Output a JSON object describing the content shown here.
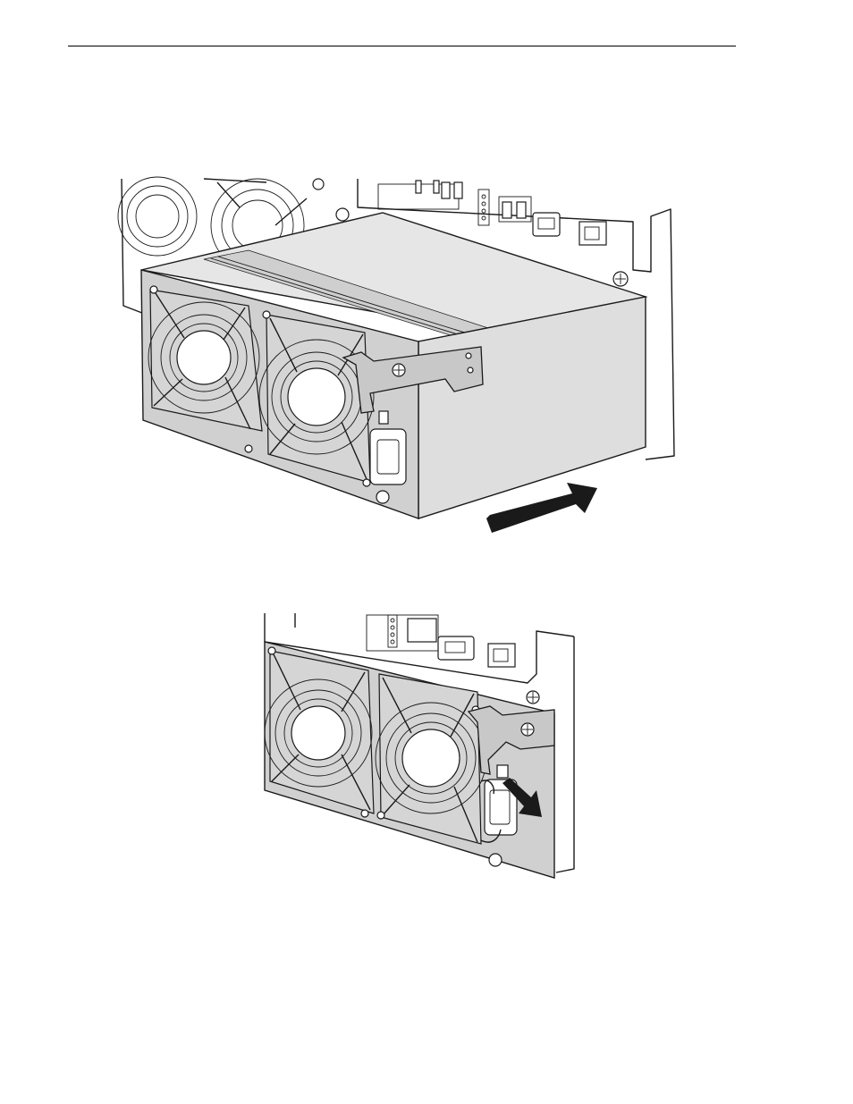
{
  "document": {
    "figures": [
      {
        "id": "top",
        "arrow_direction": "insert"
      },
      {
        "id": "bottom",
        "arrow_direction": "connect"
      }
    ]
  }
}
